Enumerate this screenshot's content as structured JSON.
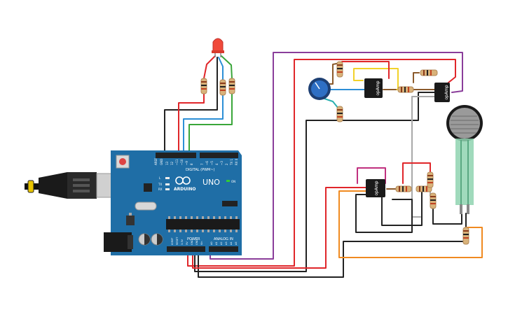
{
  "board": {
    "brand_label": "ARDUINO",
    "model_label": "UNO",
    "on_label": "ON",
    "digital_label": "DIGITAL (PWM~)",
    "power_label": "POWER",
    "analog_label": "ANALOG IN",
    "tx_label": "TX",
    "rx_label": "RX",
    "l_label": "L"
  },
  "components": {
    "opamp_label": "opAmp"
  },
  "colors": {
    "board_blue": "#1f6ea6",
    "wire_red": "#e0262a",
    "wire_black": "#222222",
    "wire_green": "#3aa63a",
    "wire_blue": "#2c8fd6",
    "wire_purple": "#8a3d9a",
    "wire_magenta": "#c0307f",
    "wire_yellow": "#f2d22a",
    "wire_orange": "#f08a20",
    "wire_gray": "#a9a9a9",
    "wire_teal": "#2ab0b0"
  }
}
